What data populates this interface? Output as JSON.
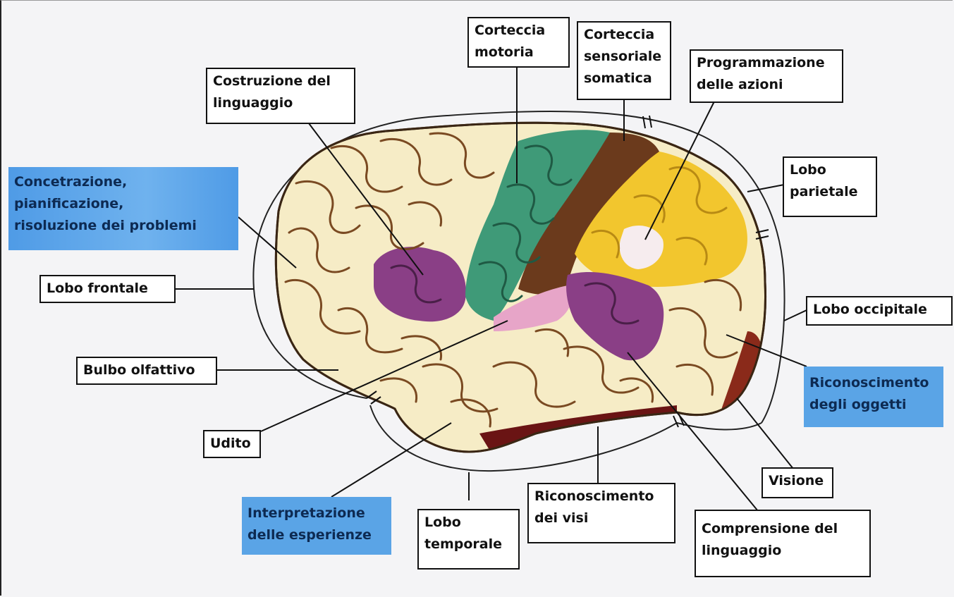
{
  "labels": {
    "corteccia_motoria": "Corteccia\nmotoria",
    "corteccia_sensoriale": "Corteccia\nsensoriale\nsomatica",
    "programmazione_azioni": "Programmazione\ndelle azioni",
    "costruzione_linguaggio": "Costruzione del\nlinguaggio",
    "concentrazione": "Concetrazione,\npianificazione,\nrisoluzione dei problemi",
    "lobo_parietale": "Lobo\nparietale",
    "lobo_frontale": "Lobo frontale",
    "lobo_occipitale": "Lobo occipitale",
    "bulbo_olfattivo": "Bulbo olfattivo",
    "riconoscimento_oggetti": "Riconoscimento\ndegli oggetti",
    "udito": "Udito",
    "visione": "Visione",
    "interpretazione": "Interpretazione\ndelle esperienze",
    "lobo_temporale": "Lobo\ntemporale",
    "riconoscimento_visi": "Riconoscimento\ndei visi",
    "comprensione_linguaggio": "Comprensione del\nlinguaggio"
  },
  "colors": {
    "brain_tissue": "#f6ecc6",
    "sulci": "#7a4a22",
    "motor_cortex": "#3f9a78",
    "sensory_cortex": "#6b3a1c",
    "parietal_association": "#f2c62e",
    "broca_wernicke": "#8a3f86",
    "auditory": "#e7a5c8",
    "occipital_edge": "#8a2a1a",
    "highlight_label": "#5aa4e6"
  }
}
